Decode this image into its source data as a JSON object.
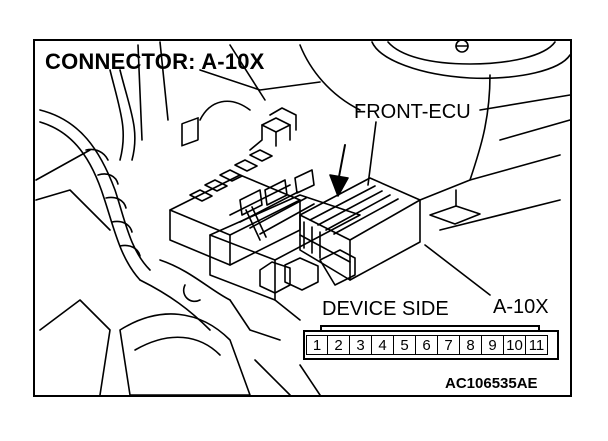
{
  "labels": {
    "connector": "CONNECTOR: A-10X",
    "front_ecu": "FRONT-ECU",
    "device_side": "DEVICE SIDE",
    "connector_id": "A-10X",
    "figure_code": "AC106535AE"
  },
  "pins": [
    "1",
    "2",
    "3",
    "4",
    "5",
    "6",
    "7",
    "8",
    "9",
    "10",
    "11"
  ]
}
